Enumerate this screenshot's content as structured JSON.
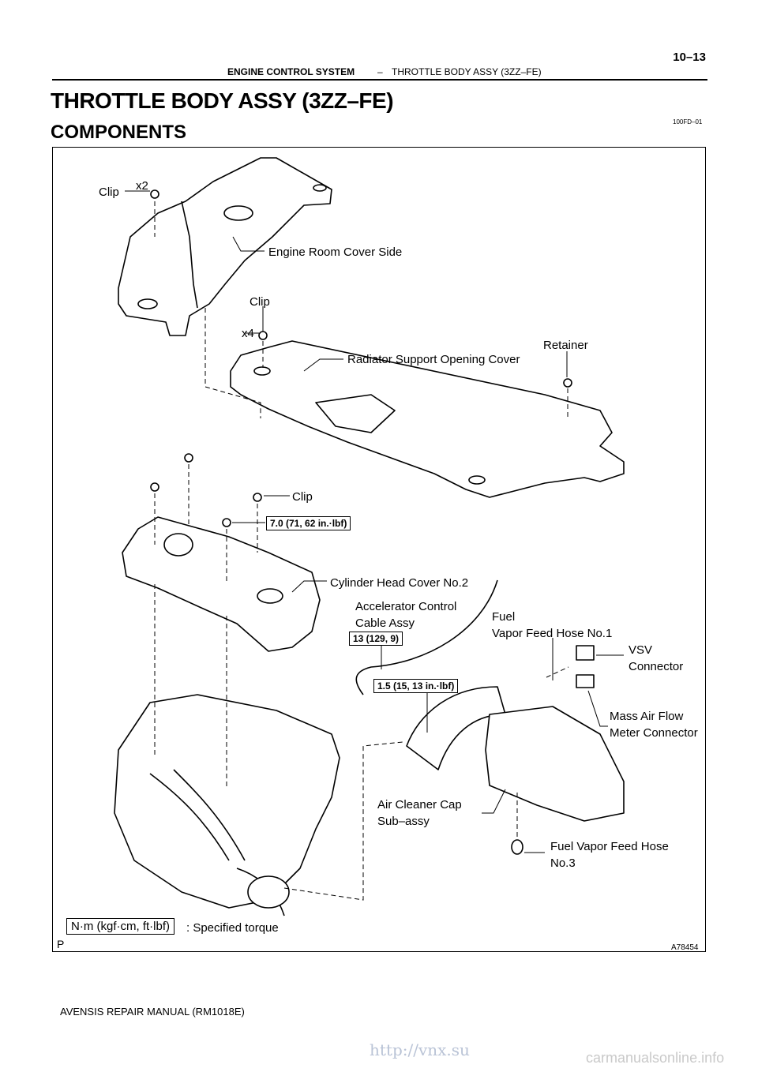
{
  "header": {
    "page_number": "10–13",
    "section": "ENGINE CONTROL SYSTEM",
    "separator": "–",
    "topic": "THROTTLE BODY ASSY (3ZZ–FE)"
  },
  "title": "THROTTLE BODY ASSY (3ZZ–FE)",
  "subtitle": "COMPONENTS",
  "doc_code": "100FD–01",
  "figure": {
    "labels": {
      "clip_top": "Clip",
      "x2": "x2",
      "engine_room_cover": "Engine Room Cover Side",
      "clip_mid": "Clip",
      "x4": "x4",
      "retainer": "Retainer",
      "radiator_cover": "Radiator Support Opening Cover",
      "clip_low": "Clip",
      "cyl_head_cover": "Cylinder Head Cover No.2",
      "accel_cable_1": "Accelerator Control",
      "accel_cable_2": "Cable Assy",
      "fuel_vapor_1": "Fuel",
      "fuel_vapor_2": "Vapor Feed Hose No.1",
      "vsv_1": "VSV",
      "vsv_2": "Connector",
      "maf_1": "Mass Air Flow",
      "maf_2": "Meter Connector",
      "air_cleaner_1": "Air Cleaner Cap",
      "air_cleaner_2": "Sub–assy",
      "fuel_vapor3_1": "Fuel Vapor Feed Hose",
      "fuel_vapor3_2": "No.3"
    },
    "torques": {
      "t1": "7.0 (71, 62 in.·lbf)",
      "t2": "13 (129, 9)",
      "t3": "1.5 (15, 13 in.·lbf)"
    },
    "legend_unit": "N·m (kgf·cm, ft·lbf)",
    "legend_text": ": Specified torque",
    "corner_p": "P",
    "figure_id": "A78454"
  },
  "footer": "AVENSIS REPAIR MANUAL   (RM1018E)",
  "watermark_left": "http://vnx.su",
  "watermark_right": "carmanualsonline.info"
}
